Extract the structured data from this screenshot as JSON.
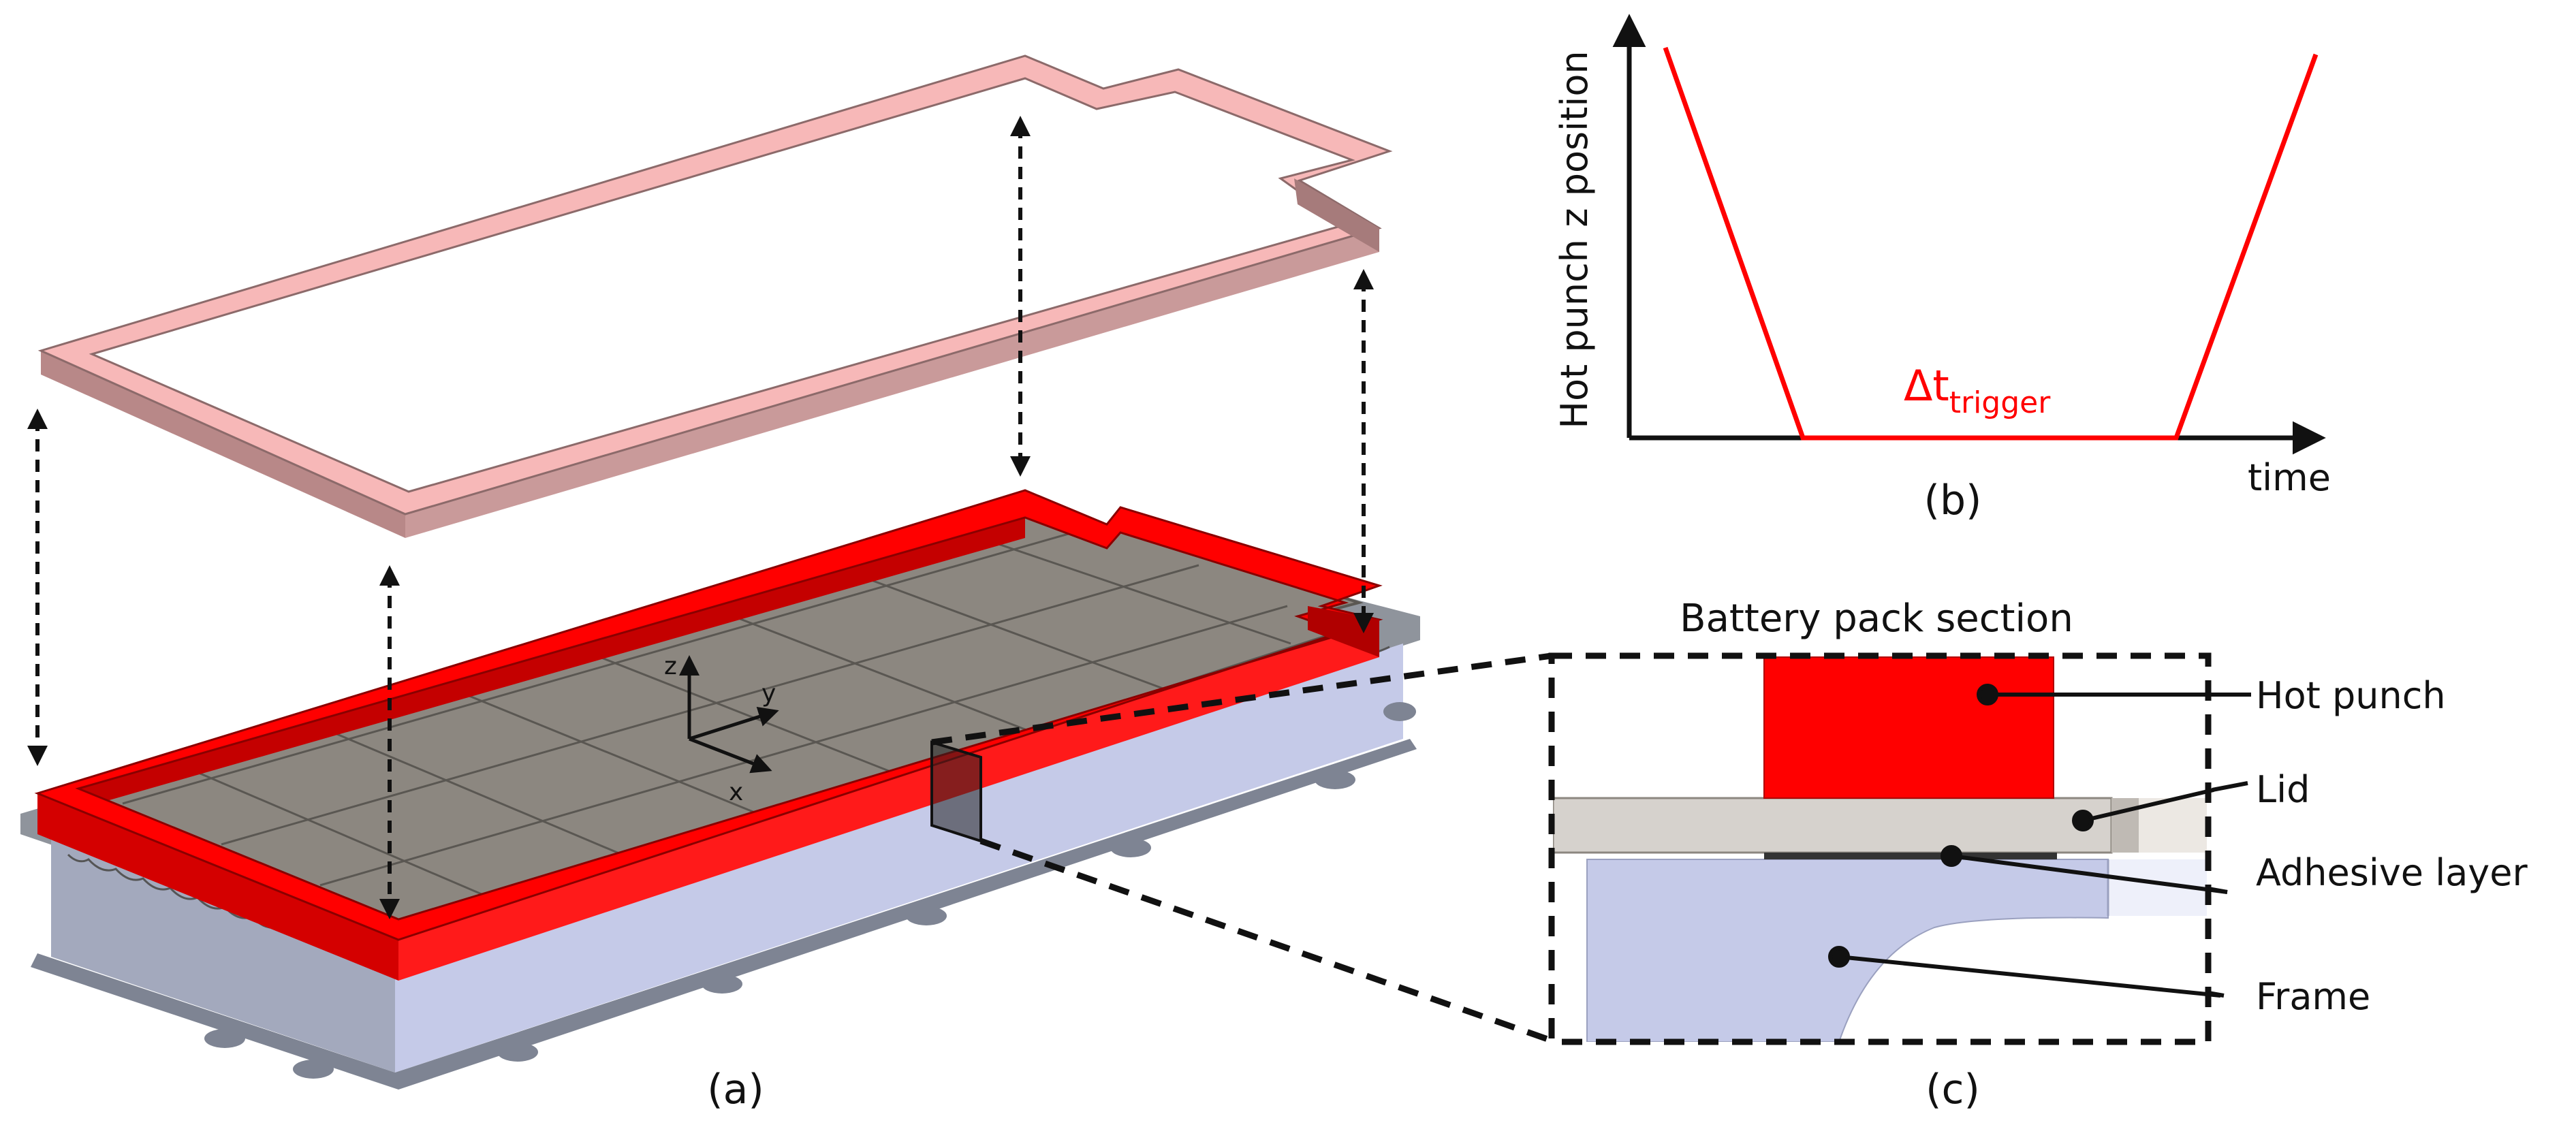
{
  "colors": {
    "hot_punch": "#ff0000",
    "lid_outline": "#f7b8b8",
    "lid_side": "#b88888",
    "cover_plate": "#8c8780",
    "cell_seams": "#5a5752",
    "frame_body": "#c5cae8",
    "frame_dark": "#808797",
    "lid_section": "#d6d2cd",
    "adhesive": "#333333",
    "ink": "#111111"
  },
  "panel_a": {
    "label": "(a)",
    "axes": {
      "x": "x",
      "y": "y",
      "z": "z"
    }
  },
  "panel_b": {
    "label": "(b)",
    "ylabel": "Hot punch z position",
    "xlabel": "time",
    "delta_label": "Δt",
    "delta_subscript": "trigger"
  },
  "panel_c": {
    "label": "(c)",
    "title": "Battery pack section",
    "callouts": [
      "Hot punch",
      "Lid",
      "Adhesive layer",
      "Frame"
    ]
  }
}
